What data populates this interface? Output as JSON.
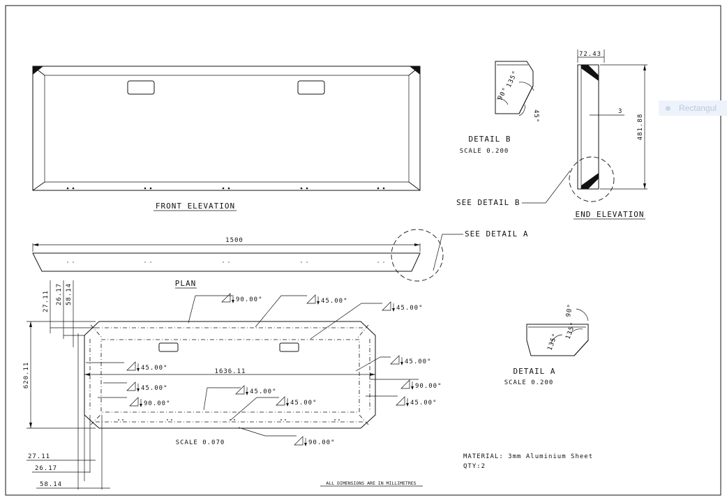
{
  "views": {
    "front_elevation": "FRONT ELEVATION",
    "plan": "PLAN",
    "end_elevation": "END ELEVATION"
  },
  "details": {
    "b_label": "DETAIL B",
    "b_scale": "SCALE 0.200",
    "a_label": "DETAIL A",
    "a_scale": "SCALE 0.200",
    "see_b": "SEE DETAIL B",
    "see_a": "SEE DETAIL A"
  },
  "dimensions": {
    "length": "1500",
    "end_width": "72.43",
    "end_height": "481.88",
    "thickness": "3",
    "flat_length": "1636.11",
    "flat_height": "620.11",
    "left_1": "27.11",
    "left_2": "26.17",
    "left_3": "58.14",
    "bottom_1": "27.11",
    "bottom_2": "26.17",
    "bottom_3": "58.14"
  },
  "angles": {
    "detail_b": [
      "90°",
      "135°",
      "45°"
    ],
    "detail_a": [
      "90°",
      "135°",
      "135°"
    ],
    "bends": [
      "90.00°",
      "45.00°",
      "45.00°",
      "45.00°",
      "45.00°",
      "90.00°",
      "45.00°",
      "45.00°",
      "90.00°",
      "45.00°",
      "45.00°",
      "90.00°"
    ]
  },
  "notes": {
    "flat_scale": "SCALE 0.070",
    "material": "MATERIAL: 3mm Aluminium Sheet",
    "qty": "QTY:2",
    "footer": "ALL DIMENSIONS ARE IN MILLIMETRES"
  },
  "overlay": {
    "label": "Rectangul"
  }
}
